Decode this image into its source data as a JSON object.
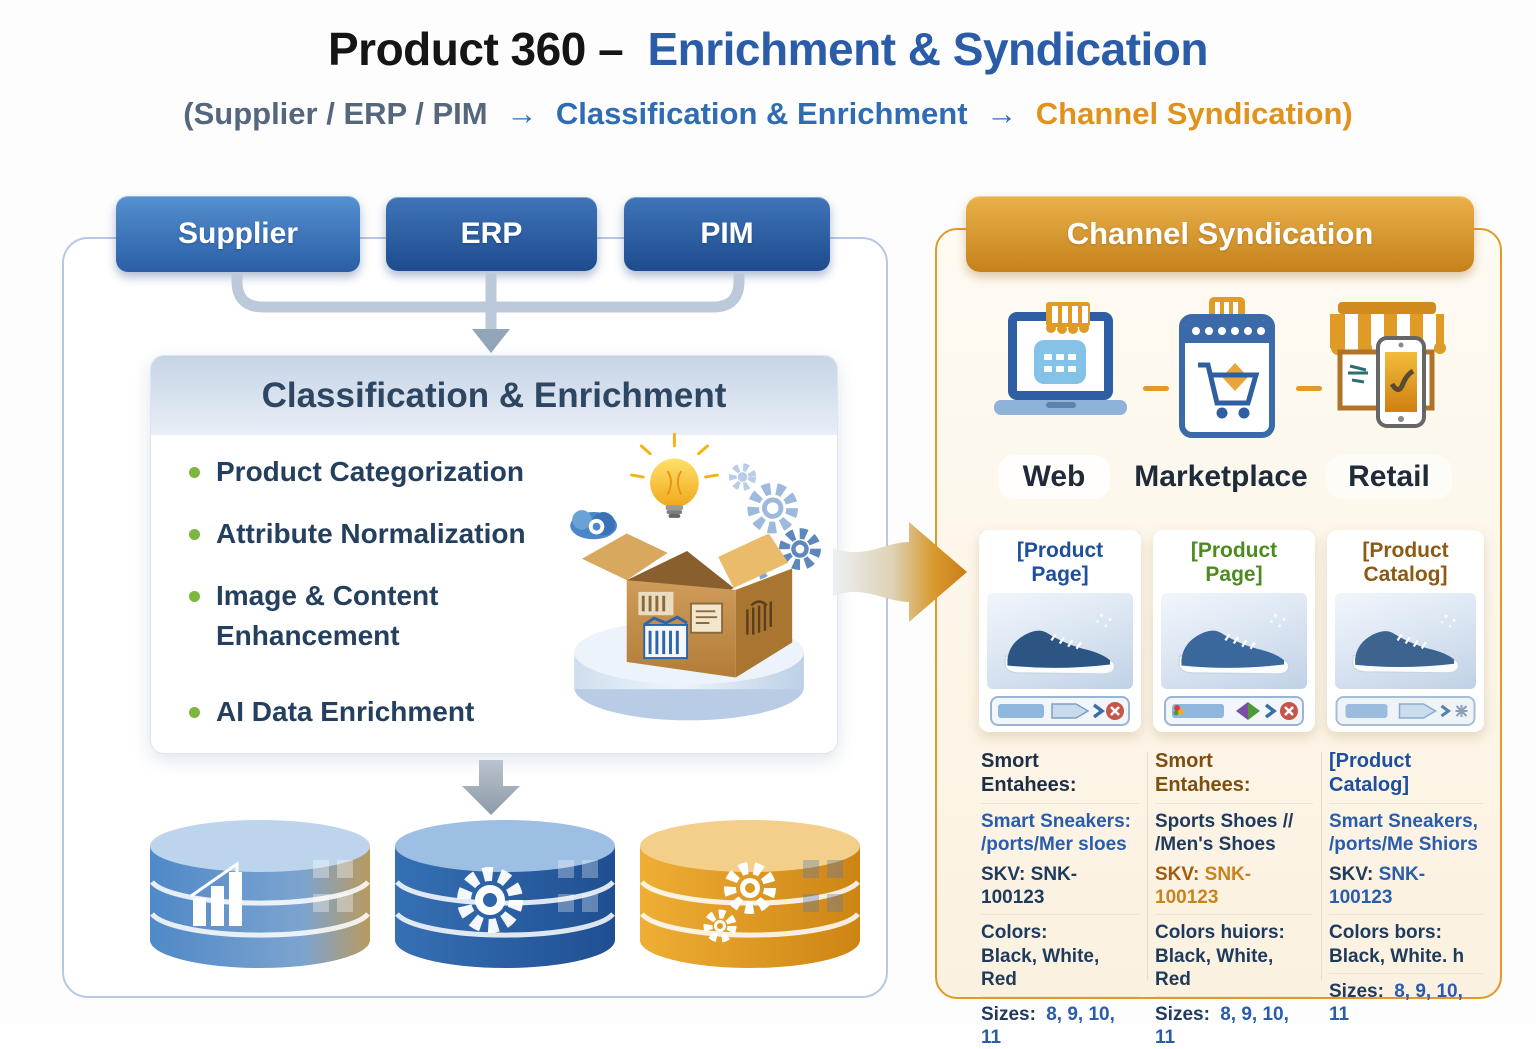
{
  "header": {
    "title_black": "Product 360 –",
    "title_blue": "Enrichment & Syndication",
    "subtitle_open": "(Supplier / ERP / PIM",
    "arrow1": "→",
    "subtitle_mid": "Classification & Enrichment",
    "arrow2": "→",
    "subtitle_end": "Channel Syndication)"
  },
  "sources": {
    "items": [
      "Supplier",
      "ERP",
      "PIM"
    ]
  },
  "classification": {
    "title": "Classification & Enrichment",
    "bullets": [
      "Product Categorization",
      "Attribute Normalization",
      "Image & Content Enhancement",
      "AI Data Enrichment"
    ]
  },
  "databases": {
    "icons": [
      "bar-chart-database-icon",
      "gear-database-icon",
      "gears-database-icon"
    ]
  },
  "syndication": {
    "title": "Channel Syndication",
    "channels": [
      "Web",
      "Marketplace",
      "Retail"
    ],
    "channel_icons": [
      "laptop-storefront-icon",
      "marketplace-cart-icon",
      "retail-store-phone-icon"
    ],
    "cards": [
      {
        "page_label": "[Product Page]",
        "section_label": "Smort Entahees:",
        "name1": "Smart Sneakers:",
        "name2": "/ports/Mer sloes",
        "sku_label": "SKV:",
        "sku_value": "SNK-100123",
        "colors_label": "Colors:",
        "colors_value": "Black, White, Red",
        "sizes_label": "Sizes:",
        "sizes_value": "8, 9, 10, 11"
      },
      {
        "page_label": "[Product Page]",
        "section_label": "Smort Entahees:",
        "name1": "Sports Shoes //",
        "name2": "/Men's Shoes",
        "sku_label": "SKV:",
        "sku_value": "SNK-100123",
        "colors_label": "Colors huiors:",
        "colors_value": "Black, White, Red",
        "sizes_label": "Sizes:",
        "sizes_value": "8, 9, 10, 11"
      },
      {
        "page_label": "[Product Catalog]",
        "section_label": "[Product Catalog]",
        "name1": "Smart Sneakers,",
        "name2": "/ports/Me Shiors",
        "sku_label": "SKV:",
        "sku_value": "SNK-100123",
        "colors_label": "Colors bors:",
        "colors_value": "Black, White. h",
        "sizes_label": "Sizes:",
        "sizes_value": "8, 9, 10, 11"
      }
    ]
  },
  "colors": {
    "accent_blue": "#2b5ca8",
    "accent_orange": "#e0921c",
    "bullet_green": "#7cb63e",
    "source_button_blue": "#2a5ea6",
    "syndication_header_orange": "#c5811c",
    "left_panel_border": "#b6c8e2",
    "right_panel_border": "#e09a28",
    "card_label_blue": "#1d4f9e",
    "card_label_green": "#4c8c1e",
    "card_label_brown": "#8c5a12"
  }
}
